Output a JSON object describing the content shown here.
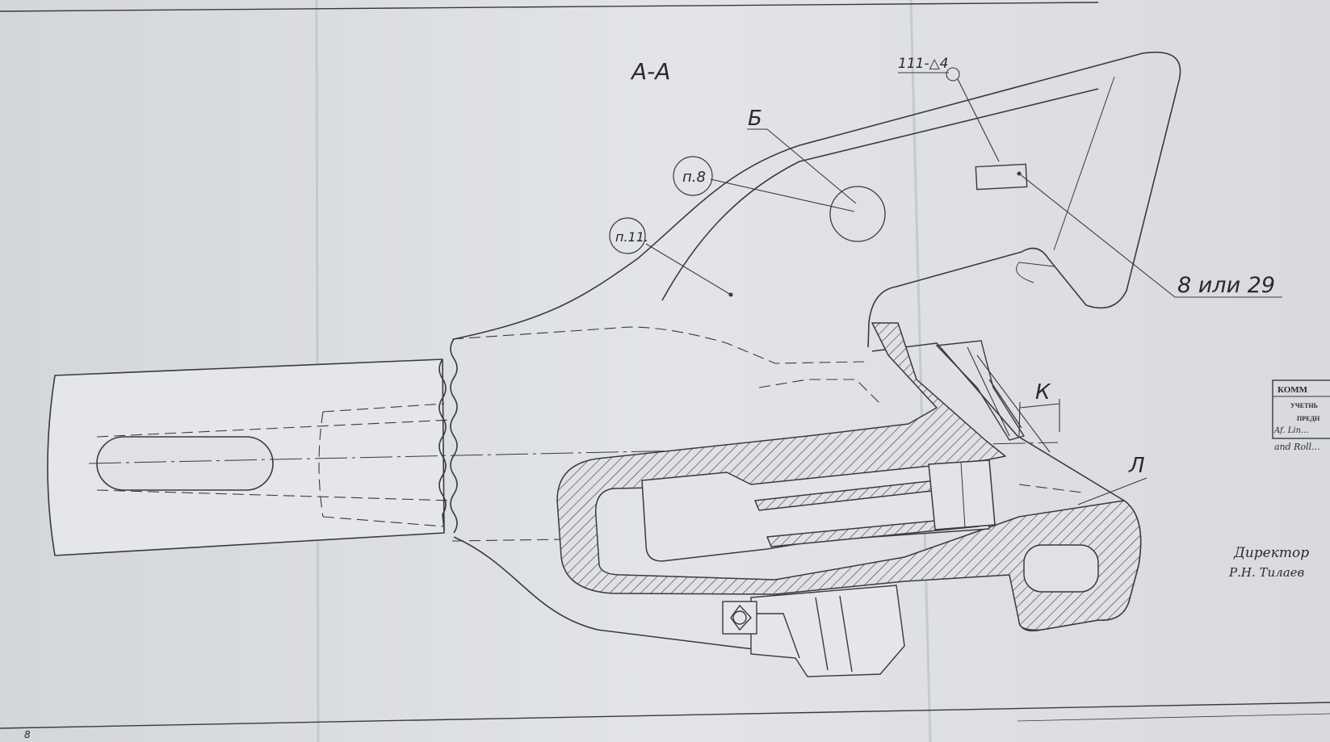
{
  "drawing": {
    "section_label": "А-А",
    "view_label_b": "Б",
    "callout_p8": "п.8",
    "callout_p11": "п.11.",
    "weld_symbol": "111-△4",
    "part_mark": "8 или 29",
    "dim_k": "К",
    "dim_l": "Л",
    "page_number": "8"
  },
  "stamp": {
    "line1": "КОММ",
    "line2": "УЧЕТНЬ",
    "line3": "ПРЕДН",
    "sig": "Af. Lin...",
    "line5": "and Roll..."
  },
  "signature": {
    "title": "Директор",
    "name": "Р.Н. Тилаев"
  },
  "colors": {
    "paper": "#dfe1e4",
    "ink": "#3a3a3a"
  }
}
